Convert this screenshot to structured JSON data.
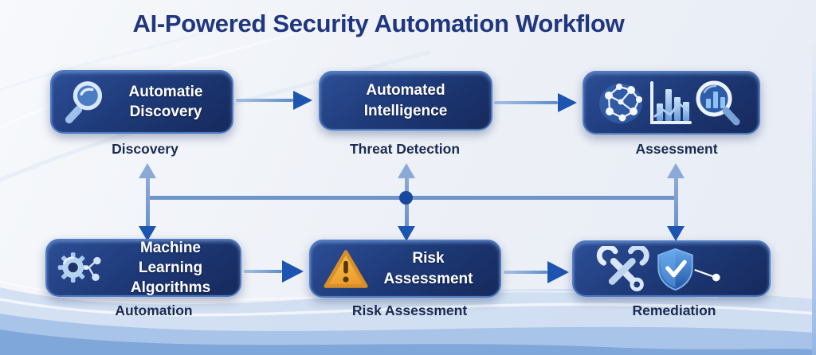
{
  "title": "AI-Powered Security Automation Workflow",
  "top_row": [
    {
      "id": "discovery",
      "box_lines": [
        "Automatie",
        "Discovery"
      ],
      "caption": "Discovery",
      "icons": [
        "search-icon"
      ]
    },
    {
      "id": "threat_detection",
      "box_lines": [
        "Automated",
        "Intelligence"
      ],
      "caption": "Threat Detection",
      "icons": []
    },
    {
      "id": "assessment",
      "box_lines": [],
      "caption": "Assessment",
      "icons": [
        "neural-network-icon",
        "bar-chart-icon",
        "chart-magnifier-icon"
      ]
    }
  ],
  "bottom_row": [
    {
      "id": "automation",
      "box_lines": [
        "Machine Learning",
        "Algorithms"
      ],
      "caption": "Automation",
      "icons": [
        "gear-network-icon"
      ]
    },
    {
      "id": "risk_assessment",
      "box_lines": [
        "Risk",
        "Assessment"
      ],
      "caption": "Risk Assessment",
      "icons": [
        "warning-triangle-icon"
      ]
    },
    {
      "id": "remediation",
      "box_lines": [],
      "caption": "Remediation",
      "icons": [
        "tools-icon",
        "shield-check-icon"
      ]
    }
  ],
  "connectors": {
    "row_arrows": "left-to-right",
    "cross_links": "three vertical double-headed arrows joined by horizontal bus line with center junction dot"
  },
  "colors": {
    "title_text": "#20367f",
    "box_fill": "#1e3a78",
    "box_border": "#4d7cc5",
    "box_text": "#ffffff",
    "caption_text": "#1b2a50",
    "arrow_dark": "#1c54b0",
    "arrow_light": "#8aa9d6",
    "junction_dot": "#17489c",
    "warning_orange": "#f2ab3a",
    "wave_blue": "#8fb4e2"
  }
}
